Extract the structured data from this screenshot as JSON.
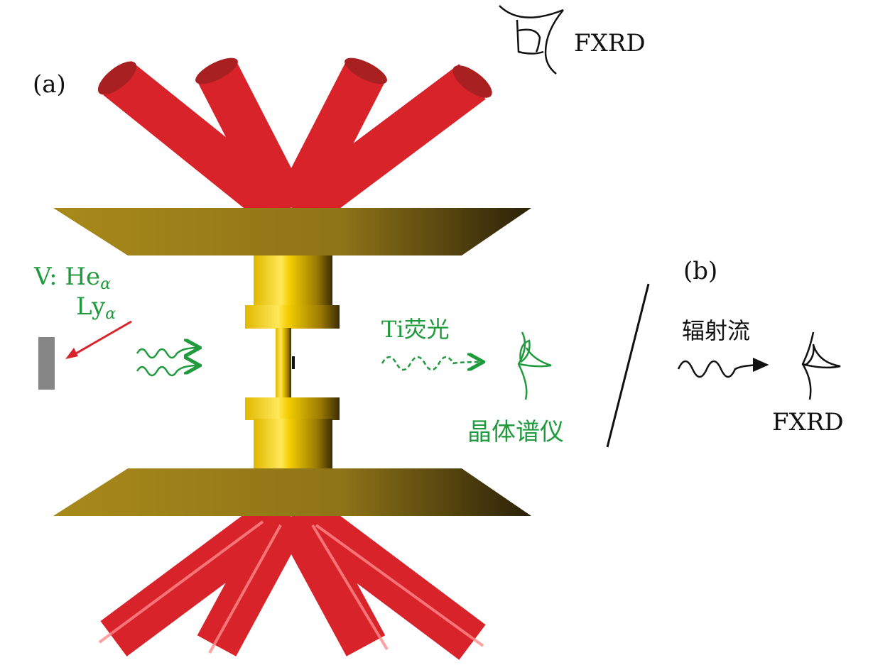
{
  "panel_a_label": "(a)",
  "panel_b_label": "(b)",
  "detector_top_label": "FXRD",
  "detector_b_label": "FXRD",
  "source_label": {
    "prefix": "V:",
    "line1": "He",
    "line2": "Ly",
    "subscript": "α"
  },
  "ti_fluorescence_label": "Ti荧光",
  "crystal_spectrometer_label": "晶体谱仪",
  "radiation_flux_label": "辐射流",
  "colors": {
    "beam_red": "#d8232a",
    "gold": "#a88a1a",
    "green": "#1f9a3c",
    "gray_sample": "#858585"
  }
}
